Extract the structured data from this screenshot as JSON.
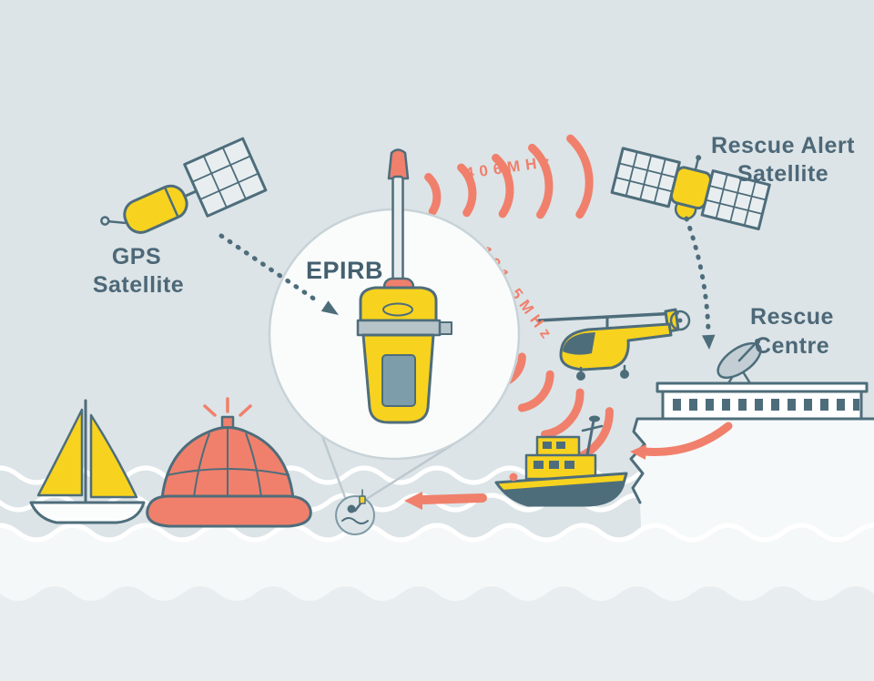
{
  "labels": {
    "gps_satellite": {
      "line1": "GPS",
      "line2": "Satellite"
    },
    "epirb": "EPIRB",
    "frequency_406": "406MHz",
    "frequency_121_5": "121.5MHz",
    "rescue_alert_satellite": {
      "line1": "Rescue Alert",
      "line2": "Satellite"
    },
    "rescue_centre": {
      "line1": "Rescue",
      "line2": "Centre"
    }
  },
  "colors": {
    "background": "#dce4e7",
    "sea_band": "#f5f8f8",
    "sea_bottom": "#e8eef0",
    "wave_line": "#ffffff",
    "device_yellow": "#f7d31f",
    "signal_salmon": "#f0806c",
    "outline_slate": "#4e6d7b",
    "label_text": "#4d6878",
    "epirb_panel": "#7e9dab"
  }
}
